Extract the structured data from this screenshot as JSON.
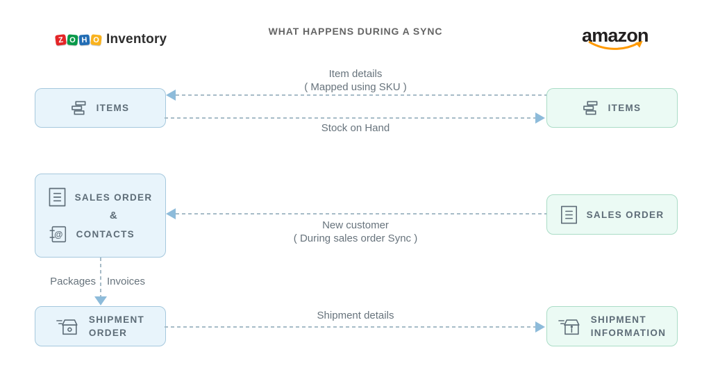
{
  "colors": {
    "page-bg": "#ffffff",
    "title-text": "#646464",
    "zoho-inventory-text": "#2e2e2e",
    "amazon-logo-text": "#221f1f",
    "amazon-smile": "#ff9900",
    "zoho-box-bg": "#e8f4fb",
    "zoho-box-border": "#a5c8dd",
    "amazon-box-bg": "#ebfaf4",
    "amazon-box-border": "#aadcc6",
    "box-text": "#5d6c77",
    "flow-text": "#67737c",
    "dash": "#a6bbc7",
    "arrow": "#8dbbda"
  },
  "header": {
    "title": "WHAT HAPPENS DURING A SYNC",
    "zoho_logo": {
      "tiles": [
        {
          "letter": "Z",
          "color": "#e42527"
        },
        {
          "letter": "O",
          "color": "#089949"
        },
        {
          "letter": "H",
          "color": "#226db4"
        },
        {
          "letter": "O",
          "color": "#f9b21d"
        }
      ],
      "product": "Inventory"
    },
    "amazon_logo": {
      "text": "amazon",
      "smile_icon": "amazon-smile-arrow-icon"
    }
  },
  "zoho_column": {
    "items_box": {
      "icon": "items-stack-icon",
      "label": "ITEMS"
    },
    "sales_contacts_box": {
      "sales_icon": "sales-order-doc-icon",
      "sales_label": "SALES ORDER",
      "ampersand": "&",
      "contacts_icon": "contacts-book-icon",
      "contacts_label": "CONTACTS"
    },
    "shipment_box": {
      "icon": "shipment-box-icon",
      "label_line1": "SHIPMENT",
      "label_line2": "ORDER"
    }
  },
  "amazon_column": {
    "items_box": {
      "icon": "items-stack-icon",
      "label": "ITEMS"
    },
    "sales_order_box": {
      "icon": "sales-order-doc-icon",
      "label": "SALES ORDER"
    },
    "shipment_box": {
      "icon": "shipment-info-box-icon",
      "label_line1": "SHIPMENT",
      "label_line2": "INFORMATION"
    }
  },
  "flows": {
    "item_details": {
      "line1": "Item details",
      "line2": "( Mapped using SKU )",
      "direction": "amazon-to-zoho"
    },
    "stock_on_hand": {
      "label": "Stock on Hand",
      "direction": "zoho-to-amazon"
    },
    "new_customer": {
      "line1": "New customer",
      "line2": "( During sales order Sync )",
      "direction": "amazon-to-zoho"
    },
    "packages_invoices": {
      "left_label": "Packages",
      "right_label": "Invoices",
      "direction": "down"
    },
    "shipment_details": {
      "label": "Shipment details",
      "direction": "zoho-to-amazon"
    }
  }
}
